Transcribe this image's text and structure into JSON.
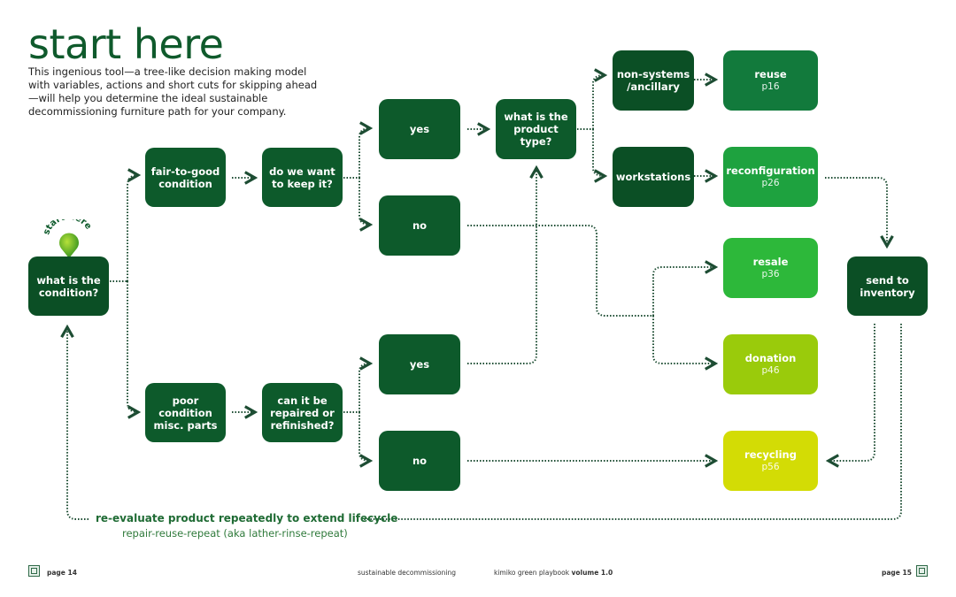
{
  "header": {
    "title": "start here",
    "intro": "This ingenious tool—a tree-like decision making model with variables, actions and short cuts for skipping ahead—will help you determine the ideal sustainable decommissioning furniture path for your company."
  },
  "start_marker": "start here",
  "nodes": {
    "condition": "what is the condition?",
    "fair_good": "fair-to-good condition",
    "keep_it": "do we want to keep it?",
    "yes_top": "yes",
    "no_top": "no",
    "product_type": "what is the product type?",
    "non_systems": "non-systems /ancillary",
    "workstations": "workstations",
    "poor": "poor condition misc. parts",
    "repair": "can it be repaired or refinished?",
    "yes_bottom": "yes",
    "no_bottom": "no",
    "send_inventory": "send to inventory"
  },
  "outcomes": [
    {
      "label": "reuse",
      "page": "p16",
      "color": "#127a3c"
    },
    {
      "label": "reconfiguration",
      "page": "p26",
      "color": "#1ea23f"
    },
    {
      "label": "resale",
      "page": "p36",
      "color": "#2db83a"
    },
    {
      "label": "donation",
      "page": "p46",
      "color": "#9acb0b"
    },
    {
      "label": "recycling",
      "page": "p56",
      "color": "#d3dc05"
    }
  ],
  "loop": {
    "label": "re-evaluate product repeatedly to extend lifecycle",
    "sub": "repair-reuse-repeat (aka lather-rinse-repeat)"
  },
  "footer": {
    "left_page": "page 14",
    "section": "sustainable decommissioning",
    "book": "kimiko green playbook",
    "volume": "volume 1.0",
    "right_page": "page 15"
  },
  "colors": {
    "primary": "#0d5a2b",
    "line": "#1d4d33"
  }
}
